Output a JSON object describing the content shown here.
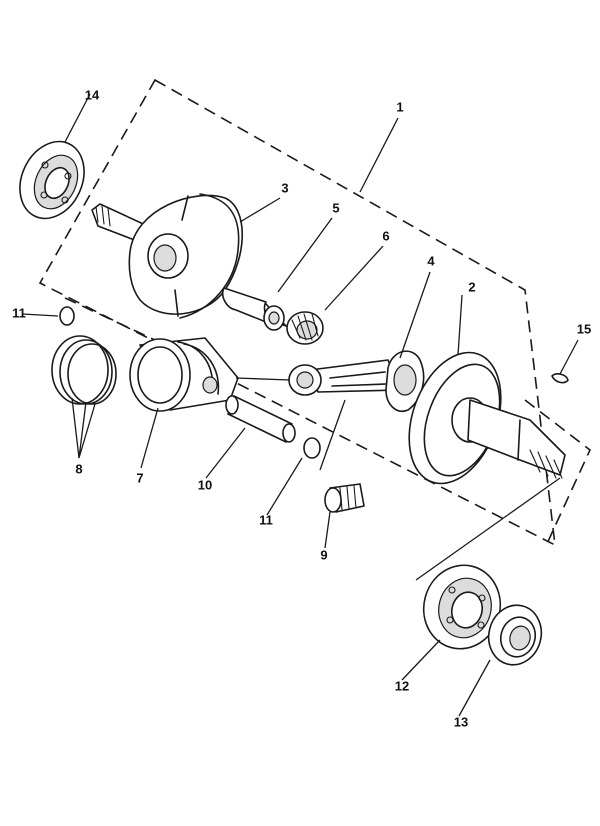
{
  "callouts": [
    {
      "id": "c1",
      "label": "1"
    },
    {
      "id": "c2",
      "label": "2"
    },
    {
      "id": "c3",
      "label": "3"
    },
    {
      "id": "c4",
      "label": "4"
    },
    {
      "id": "c5",
      "label": "5"
    },
    {
      "id": "c6",
      "label": "6"
    },
    {
      "id": "c7",
      "label": "7"
    },
    {
      "id": "c8",
      "label": "8"
    },
    {
      "id": "c9",
      "label": "9"
    },
    {
      "id": "c10",
      "label": "10"
    },
    {
      "id": "c11a",
      "label": "11"
    },
    {
      "id": "c11b",
      "label": "11"
    },
    {
      "id": "c12",
      "label": "12"
    },
    {
      "id": "c13",
      "label": "13"
    },
    {
      "id": "c14",
      "label": "14"
    },
    {
      "id": "c15",
      "label": "15"
    }
  ],
  "colors": {
    "ink": "#1a1a1a",
    "background": "#ffffff"
  }
}
